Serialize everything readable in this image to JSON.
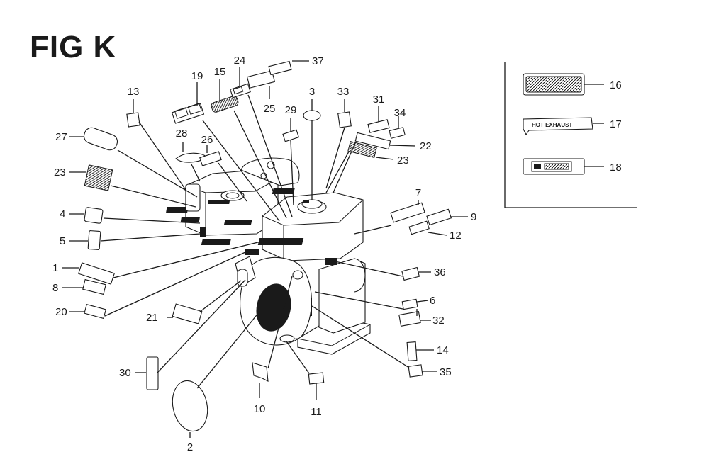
{
  "figure": {
    "title": "FIG K"
  },
  "callouts": [
    {
      "num": "1"
    },
    {
      "num": "2"
    },
    {
      "num": "3"
    },
    {
      "num": "4"
    },
    {
      "num": "5"
    },
    {
      "num": "6"
    },
    {
      "num": "7"
    },
    {
      "num": "8"
    },
    {
      "num": "9"
    },
    {
      "num": "10"
    },
    {
      "num": "11"
    },
    {
      "num": "12"
    },
    {
      "num": "13"
    },
    {
      "num": "14"
    },
    {
      "num": "15"
    },
    {
      "num": "16"
    },
    {
      "num": "17"
    },
    {
      "num": "18"
    },
    {
      "num": "19"
    },
    {
      "num": "20"
    },
    {
      "num": "21"
    },
    {
      "num": "22"
    },
    {
      "num": "23"
    },
    {
      "num": "23"
    },
    {
      "num": "24"
    },
    {
      "num": "25"
    },
    {
      "num": "26"
    },
    {
      "num": "27"
    },
    {
      "num": "28"
    },
    {
      "num": "29"
    },
    {
      "num": "30"
    },
    {
      "num": "31"
    },
    {
      "num": "32"
    },
    {
      "num": "33"
    },
    {
      "num": "34"
    },
    {
      "num": "35"
    },
    {
      "num": "36"
    },
    {
      "num": "37"
    }
  ],
  "inset": {
    "hot_exhaust_text": "HOT EXHAUST"
  }
}
